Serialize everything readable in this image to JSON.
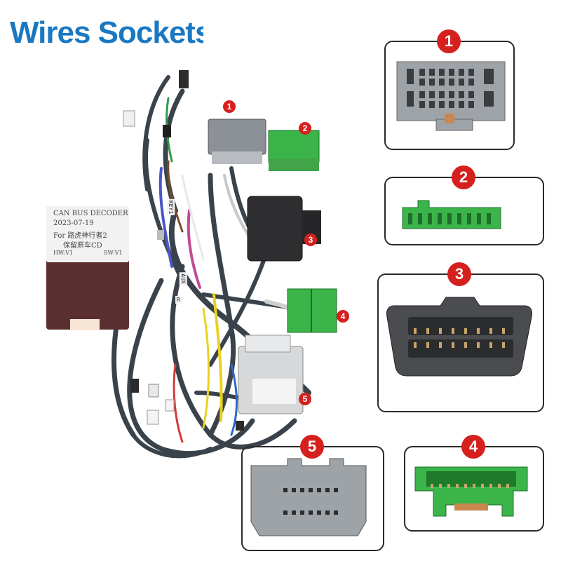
{
  "title": {
    "text": "Wires Sockets",
    "color": "#1a78c2"
  },
  "decoder": {
    "line1": "CAN BUS DECODER",
    "line2": "2023-07-19",
    "line3": "For 路虎神行者2",
    "line4": "保留原车CD",
    "hw": "HW:V1",
    "sw": "SW:V1"
  },
  "wire_tags": {
    "key": "KEY1",
    "aux": "AUX",
    "r": "R"
  },
  "callouts": [
    "1",
    "2",
    "3",
    "4",
    "5"
  ],
  "connectors": [
    {
      "number": "1",
      "color": "gray"
    },
    {
      "number": "2",
      "color": "green"
    },
    {
      "number": "3",
      "color": "black"
    },
    {
      "number": "4",
      "color": "green"
    },
    {
      "number": "5",
      "color": "gray"
    }
  ],
  "colors": {
    "badge": "#d6201e",
    "gray_connector": "#9ea3a8",
    "green_connector": "#3bb54a",
    "black_connector": "#2e2e30",
    "cable": "#3a434b"
  }
}
